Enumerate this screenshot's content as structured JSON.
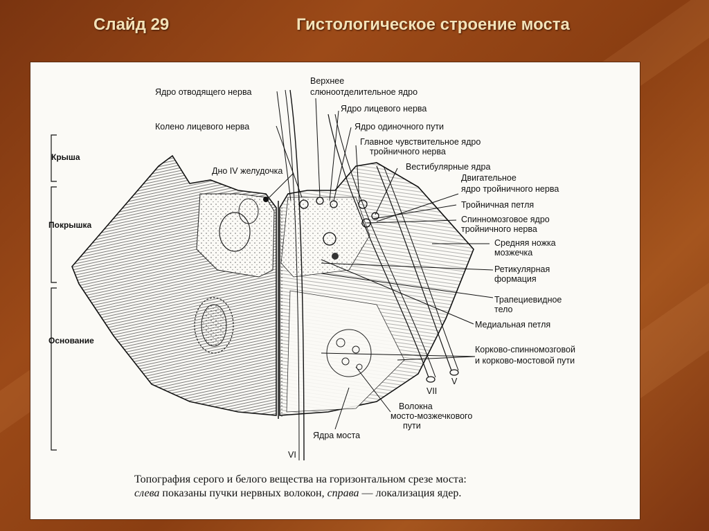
{
  "slide": {
    "number": "Слайд 29",
    "title": "Гистологическое строение моста"
  },
  "figure": {
    "zones": [
      "Крыша",
      "Покрышка",
      "Основание"
    ],
    "labels": {
      "abducens_nucleus": "Ядро отводящего нерва",
      "facial_genu": "Колено лицевого нерва",
      "fourth_ventricle_floor": "Дно IV желудочка",
      "sup_salivatory_1": "Верхнее",
      "sup_salivatory_2": "слюноотделительное ядро",
      "facial_nucleus": "Ядро лицевого нерва",
      "solitary_nucleus": "Ядро одиночного пути",
      "trigeminal_main_1": "Главное чувствительное ядро",
      "trigeminal_main_2": "тройничного нерва",
      "vestibular": "Вестибулярные ядра",
      "trigeminal_motor_1": "Двигательное",
      "trigeminal_motor_2": "ядро тройничного нерва",
      "trigeminal_lemniscus": "Тройничная петля",
      "spinal_trigeminal_1": "Спинномозговое ядро",
      "spinal_trigeminal_2": "тройничного нерва",
      "middle_peduncle_1": "Средняя ножка",
      "middle_peduncle_2": "мозжечка",
      "reticular_1": "Ретикулярная",
      "reticular_2": "формация",
      "trapezoid_1": "Трапециевидное",
      "trapezoid_2": "тело",
      "medial_lemniscus": "Медиальная петля",
      "corticospinal_1": "Корково-спинномозговой",
      "corticospinal_2": "и корково-мостовой пути",
      "pontocerebellar_1": "Волокна",
      "pontocerebellar_2": "мосто-мозжечкового",
      "pontocerebellar_3": "пути",
      "pontine_nuclei": "Ядра моста",
      "nerve_v": "V",
      "nerve_vi": "VI",
      "nerve_vii": "VII"
    },
    "caption": {
      "line1": "Топография серого и белого вещества на горизонтальном срезе моста:",
      "left_word": "слева",
      "line2_mid": " показаны пучки нервных волокон, ",
      "right_word": "справа",
      "line2_end": " — локализация ядер."
    }
  }
}
